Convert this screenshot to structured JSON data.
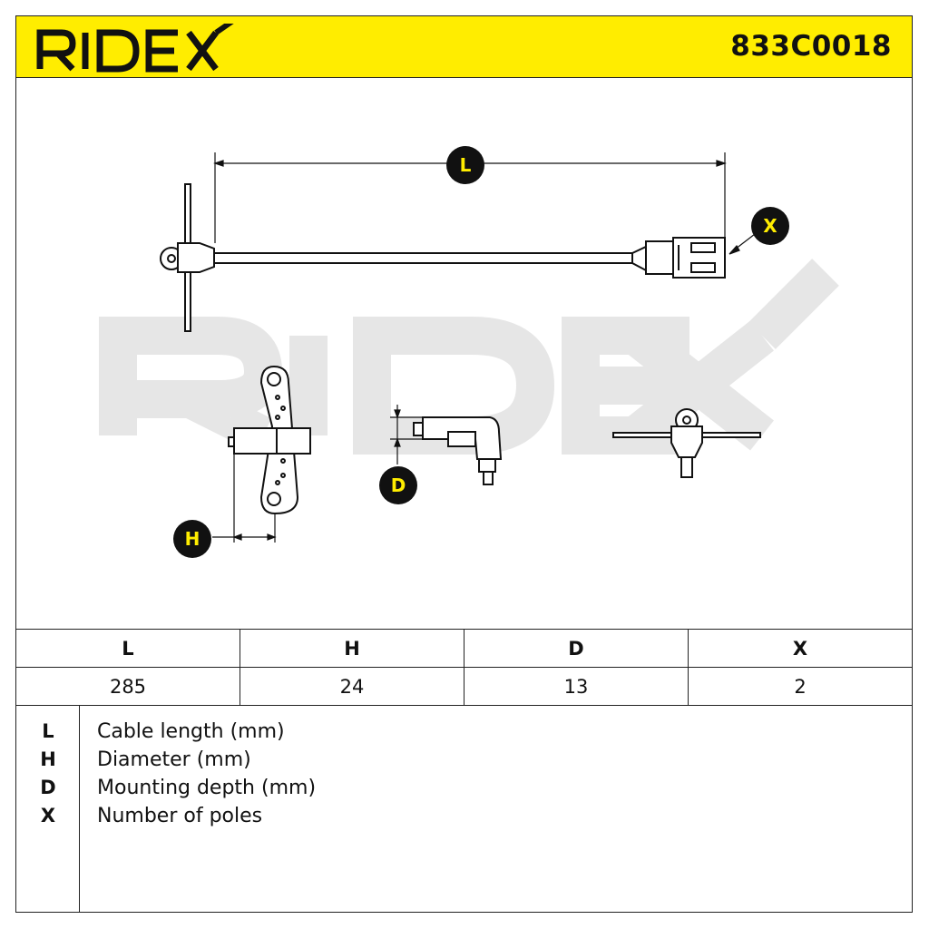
{
  "header": {
    "brand": "RIDEX",
    "part_number": "833C0018"
  },
  "drawing": {
    "callouts": {
      "L": "L",
      "X": "X",
      "D": "D",
      "H": "H"
    },
    "watermark": "RIDEX"
  },
  "specs": {
    "headers": [
      "L",
      "H",
      "D",
      "X"
    ],
    "values": [
      "285",
      "24",
      "13",
      "2"
    ]
  },
  "legend": [
    {
      "key": "L",
      "text": "Cable length (mm)"
    },
    {
      "key": "H",
      "text": "Diameter (mm)"
    },
    {
      "key": "D",
      "text": "Mounting depth (mm)"
    },
    {
      "key": "X",
      "text": "Number of poles"
    }
  ],
  "colors": {
    "brand_yellow": "#ffed00",
    "line": "#222222",
    "watermark": "#e6e6e6"
  }
}
